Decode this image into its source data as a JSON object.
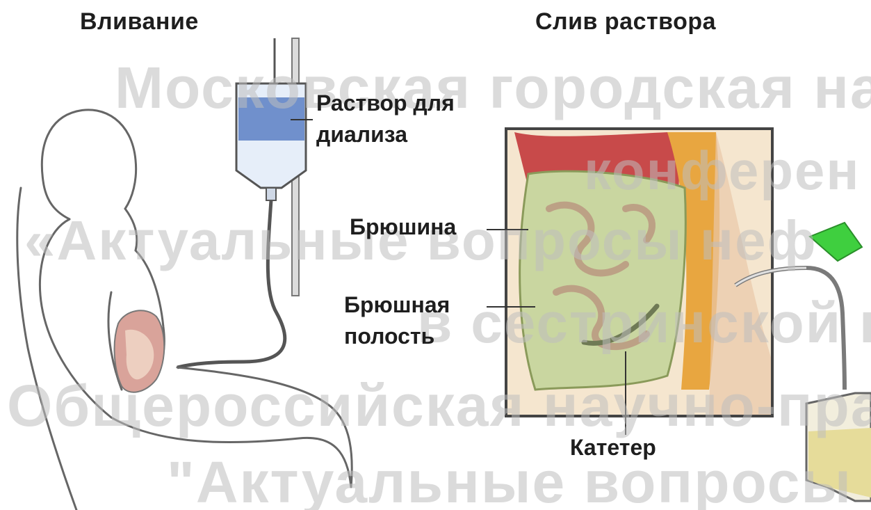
{
  "titles": {
    "left": "Вливание",
    "right": "Слив раствора"
  },
  "labels": {
    "solution": "Раствор для\nдиализа",
    "solution_line1": "Раствор для",
    "solution_line2": "диализа",
    "peritoneum": "Брюшина",
    "cavity_line1": "Брюшная",
    "cavity_line2": "полость",
    "catheter": "Катетер"
  },
  "watermark": {
    "line1": "Московская городская на",
    "line2": "конферен",
    "line3": "«Актуальные вопросы  неф",
    "line4": "в сестринской п",
    "line5": "Общероссийская научно-пра",
    "line6": "\"Актуальные вопросы с"
  },
  "colors": {
    "line_art": "#555555",
    "bag_fluid": "#5b7fc4",
    "tissue_green": "#c9d6a0",
    "muscle_red": "#c84a4a",
    "fat_orange": "#e8a640",
    "drain_bag": "#e6dc9a",
    "accent_green": "#3fcf3f"
  }
}
